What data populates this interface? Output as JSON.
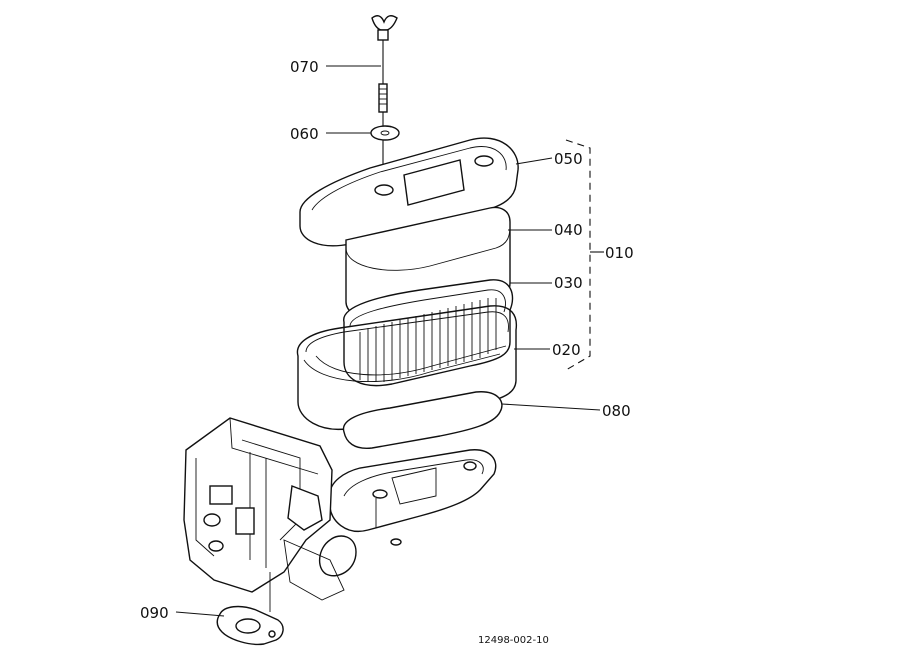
{
  "callouts": {
    "p070": "070",
    "p060": "060",
    "p050": "050",
    "p040": "040",
    "p030": "030",
    "p020": "020",
    "p010": "010",
    "p080": "080",
    "p090": "090"
  },
  "reference_number": "12498-002-10"
}
